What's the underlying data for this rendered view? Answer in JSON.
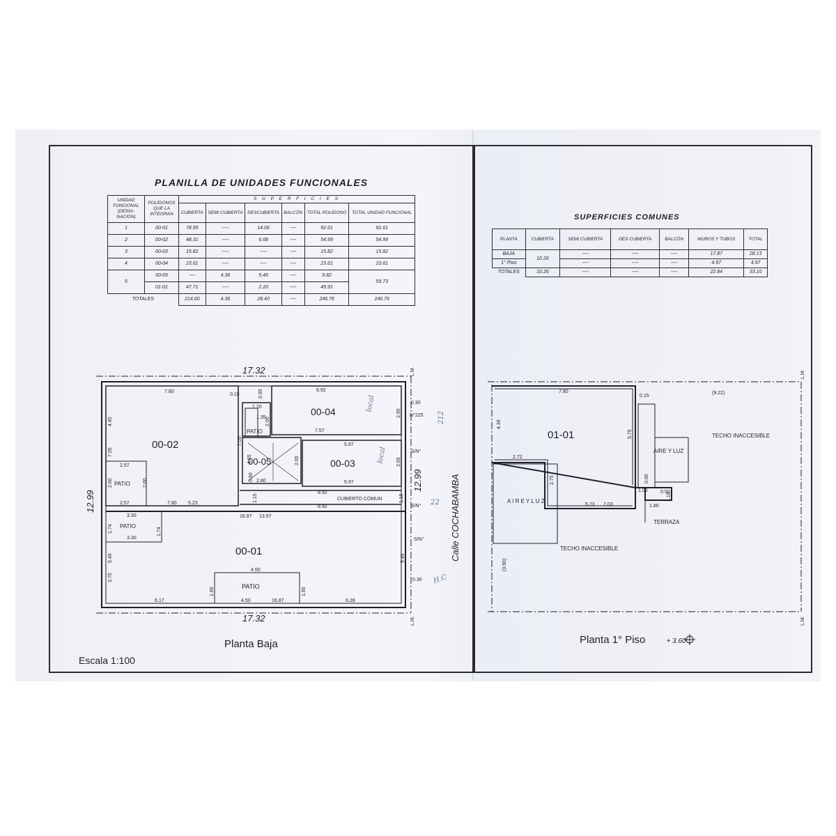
{
  "tables": {
    "uf": {
      "title": "PLANILLA DE UNIDADES FUNCIONALES",
      "superficies_header": "S U P E R F I C I E S",
      "headers": [
        "UNIDAD FUNCIONAL (DESIG- NACIÓN)",
        "POLÍGONOS QUE LA INTEGRAN",
        "CUBIERTA",
        "SEMI CUBIERTA",
        "DESCUBIERTA",
        "BALCÓN",
        "TOTAL POLÍGONO",
        "TOTAL UNIDAD FUNCIONAL"
      ],
      "rows": [
        [
          "1",
          "00-01",
          "78.55",
          "----",
          "14.06",
          "----",
          "92.61",
          "92.61"
        ],
        [
          "2",
          "00-02",
          "48.31",
          "----",
          "6.68",
          "----",
          "54.99",
          "54.99"
        ],
        [
          "3",
          "00-03",
          "15.82",
          "----",
          "----",
          "----",
          "15.82",
          "15.82"
        ],
        [
          "4",
          "00-04",
          "23.61",
          "----",
          "----",
          "----",
          "23.61",
          "23.61"
        ],
        [
          "5",
          "00-05",
          "----",
          "4.36",
          "5.46",
          "----",
          "9.82",
          "59.73"
        ],
        [
          "",
          "01-01",
          "47.71",
          "----",
          "2.20",
          "----",
          "49.91",
          ""
        ]
      ],
      "totals": [
        "TOTALES",
        "214.00",
        "4.36",
        "28.40",
        "----",
        "246.76",
        "246.76"
      ]
    },
    "comunes": {
      "title": "SUPERFICIES COMUNES",
      "headers": [
        "PLANTA",
        "CUBIERTA",
        "SEMI CUBIERTA",
        "DES CUBIERTA",
        "BALCÓN",
        "MUROS Y TUBOS",
        "TOTAL"
      ],
      "rows": [
        [
          "BAJA",
          "10.26",
          "----",
          "----",
          "----",
          "17.87",
          "28.13"
        ],
        [
          "1° Piso",
          "",
          "----",
          "----",
          "----",
          "4.97",
          "4.97"
        ]
      ],
      "totals": [
        "TOTALES",
        "10.26",
        "----",
        "----",
        "----",
        "22.84",
        "33.10"
      ]
    }
  },
  "plans": {
    "planta_baja": {
      "title": "Planta Baja",
      "units": [
        "00-01",
        "00-02",
        "00-03",
        "00-04",
        "00-05"
      ],
      "patio": "PATIO",
      "cubierto_comun": "CUBIERTO COMUN",
      "street": "Calle COCHABAMBA",
      "dims": {
        "top": "17.32",
        "bottom": "17.32",
        "left": "12.99",
        "right": "12.99",
        "d_780a": "7.80",
        "d_892a": "8.92",
        "d_757": "7.57",
        "d_597a": "5.97",
        "d_597b": "5.97",
        "d_892b": "8.92",
        "d_892c": "8.92",
        "d_1687a": "16.87",
        "d_1357": "13.57",
        "d_523": "5.23",
        "d_780b": "7.80",
        "d_257a": "2.57",
        "d_257b": "2.57",
        "d_330a": "3.30",
        "d_330b": "3.30",
        "d_450a": "4.50",
        "d_450b": "4.50",
        "d_1687b": "16.87",
        "d_617": "6.17",
        "d_628": "6.28",
        "d_120": "1.20",
        "d_135": "1.35",
        "d_280": "2.80",
        "d_445": "4.45",
        "d_705a": "7.05",
        "d_705b": "7.05",
        "d_260a": "2.60",
        "d_260b": "2.60",
        "d_174a": "1.74",
        "d_174b": "1.74",
        "d_549a": "5.49",
        "d_549b": "5.49",
        "d_375": "3.75",
        "d_185a": "1.85",
        "d_185b": "1.85",
        "d_295": "2.95",
        "d_265a": "2.65",
        "d_265b": "2.65",
        "d_465": "4.65",
        "d_200": "2.00",
        "d_115a": "1.15",
        "d_115b": "1.15",
        "d_095": "0.95",
        "d_030a": "0.30",
        "d_030b": "0.30",
        "d_015": "0.15",
        "d_090": "0.90"
      },
      "addresses": [
        "N°225",
        "S/N°",
        "S/N°",
        "S/N°"
      ],
      "lm": "L.M."
    },
    "planta_piso": {
      "title": "Planta 1° Piso",
      "level": "+ 3.60",
      "unit": "01-01",
      "aire_luz": "AIRE Y LUZ",
      "aire_luz_v": "A I R E Y L U Z",
      "techo": "TECHO INACCESIBLE",
      "terraza": "TERRAZA",
      "dims": {
        "d_780": "7.80",
        "d_922": "(9.22)",
        "d_390": "(3.90)",
        "d_439": "4.39",
        "d_575": "5.75",
        "d_272": "2.72",
        "d_275": "2.75",
        "d_523": "5.23",
        "d_703": "7.03",
        "d_180": "1.80",
        "d_105": "1.05",
        "d_050": "0.50",
        "d_115": "1.15",
        "d_015": "0.15",
        "d_000": "0.00"
      },
      "lm": "L.M."
    },
    "scale": "Escala 1:100"
  },
  "handwritten": [
    "local",
    "local",
    "212",
    "22",
    "H.C"
  ]
}
